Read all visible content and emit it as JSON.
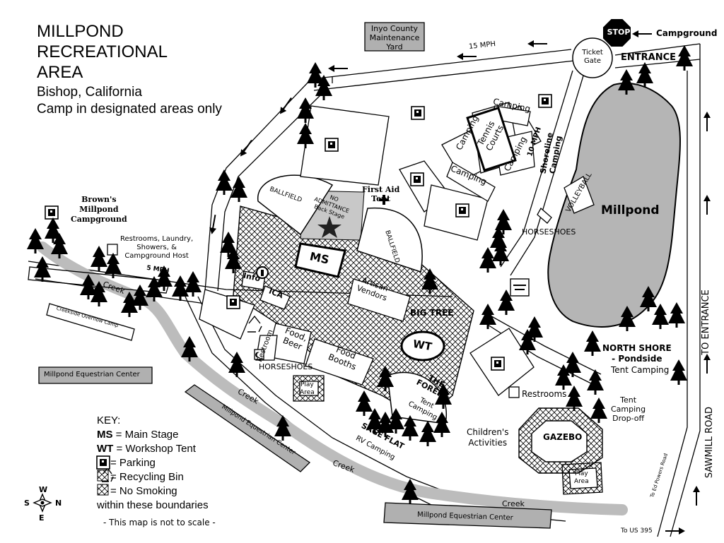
{
  "title": {
    "line1": "MILLPOND",
    "line2": "RECREATIONAL",
    "line3": "AREA",
    "city": "Bishop, California",
    "note": "Camp in designated areas only"
  },
  "labels": {
    "inyo": "Inyo County\nMaintenance\nYard",
    "speed15": "15 MPH",
    "speed10": "10 MPH",
    "speed5": "5 MPH",
    "ticket_gate": "Ticket\nGate",
    "stop": "STOP",
    "campground": "Campground",
    "entrance_top": "ENTRANCE",
    "road_entrance": "TO ENTRANCE",
    "sawmill_road": "SAWMILL ROAD",
    "camping_1": "Camping",
    "camping_2": "Camping",
    "camping_3": "Camping",
    "camping_4": "Camping",
    "tennis": "Tennis\nCourts",
    "shoreline": "Shoreline\nCamping",
    "volleyball": "VOLLEYBALL",
    "horseshoes_1": "HORSESHOES",
    "horseshoes_2": "HORSESHOES",
    "millpond": "Millpond",
    "ballfield_1": "BALLFIELD",
    "ballfield_2": "BALLFIELD",
    "no_admittance": "NO\nADMITTANCE\nBack Stage",
    "first_aid": "First Aid\nTent",
    "ms": "MS",
    "info": "Info",
    "ica": "ICA",
    "artisan": "Artisan\nVendors",
    "big_tree": "BIG TREE",
    "wt": "WT",
    "food_beer": "Food,\nBeer",
    "food_booths": "Food\nBooths",
    "restroom": "Restroom",
    "restrooms": "Restrooms",
    "play_area_1": "Play\nArea",
    "play_area_2": "Play\nArea",
    "the_forest": "THE\nFOREST",
    "tent_camping": "Tent\nCamping",
    "sage_flat": "SAGE FLAT",
    "rv_camping": "RV Camping",
    "browns": "Brown's\nMillpond\nCampground",
    "restrooms_laundry": "Restrooms, Laundry,\nShowers, &\nCampground Host",
    "creekside": "Creekside Overflow Camp",
    "equestrian_1": "Millpond Equestrian Center",
    "equestrian_2": "Millpond Equestrian Center",
    "equestrian_3": "Millpond Equestrian Center",
    "creek": "Creek",
    "childrens": "Children's\nActivities",
    "gazebo": "GAZEBO",
    "north_shore": "NORTH SHORE\n- Pondside",
    "north_shore_tent": "Tent Camping",
    "tent_dropoff": "Tent\nCamping\nDrop-off",
    "to_us395": "To US 395",
    "to_ed_powers": "To Ed Powers Road"
  },
  "key": {
    "title": "KEY:",
    "ms_abbr": "MS",
    "ms_text": " = Main Stage",
    "wt_abbr": "WT",
    "wt_text": " = Workshop Tent",
    "parking": " = Parking",
    "recycling": " = Recycling Bin",
    "nosmoking": " = No Smoking",
    "within": "within these boundaries",
    "not_to_scale": "- This map is not to scale -"
  },
  "compass": {
    "n": "N",
    "s": "S",
    "e": "E",
    "w": "W"
  },
  "colors": {
    "ink": "#000000",
    "water_fill": "#b5b5b5",
    "creek": "#bcbcbc",
    "gray_building": "#b0b0b0",
    "backstage": "#c8c8c8"
  },
  "icons": {
    "parking": "parking-icon",
    "recycling": "recycling-icon",
    "tree": "pine-tree-icon",
    "star": "star-icon",
    "first_aid": "cross-icon",
    "restroom": "moon-icon",
    "picnic": "picnic-table-icon",
    "info": "info-icon",
    "arrow": "arrow-icon",
    "compass": "compass-icon"
  }
}
